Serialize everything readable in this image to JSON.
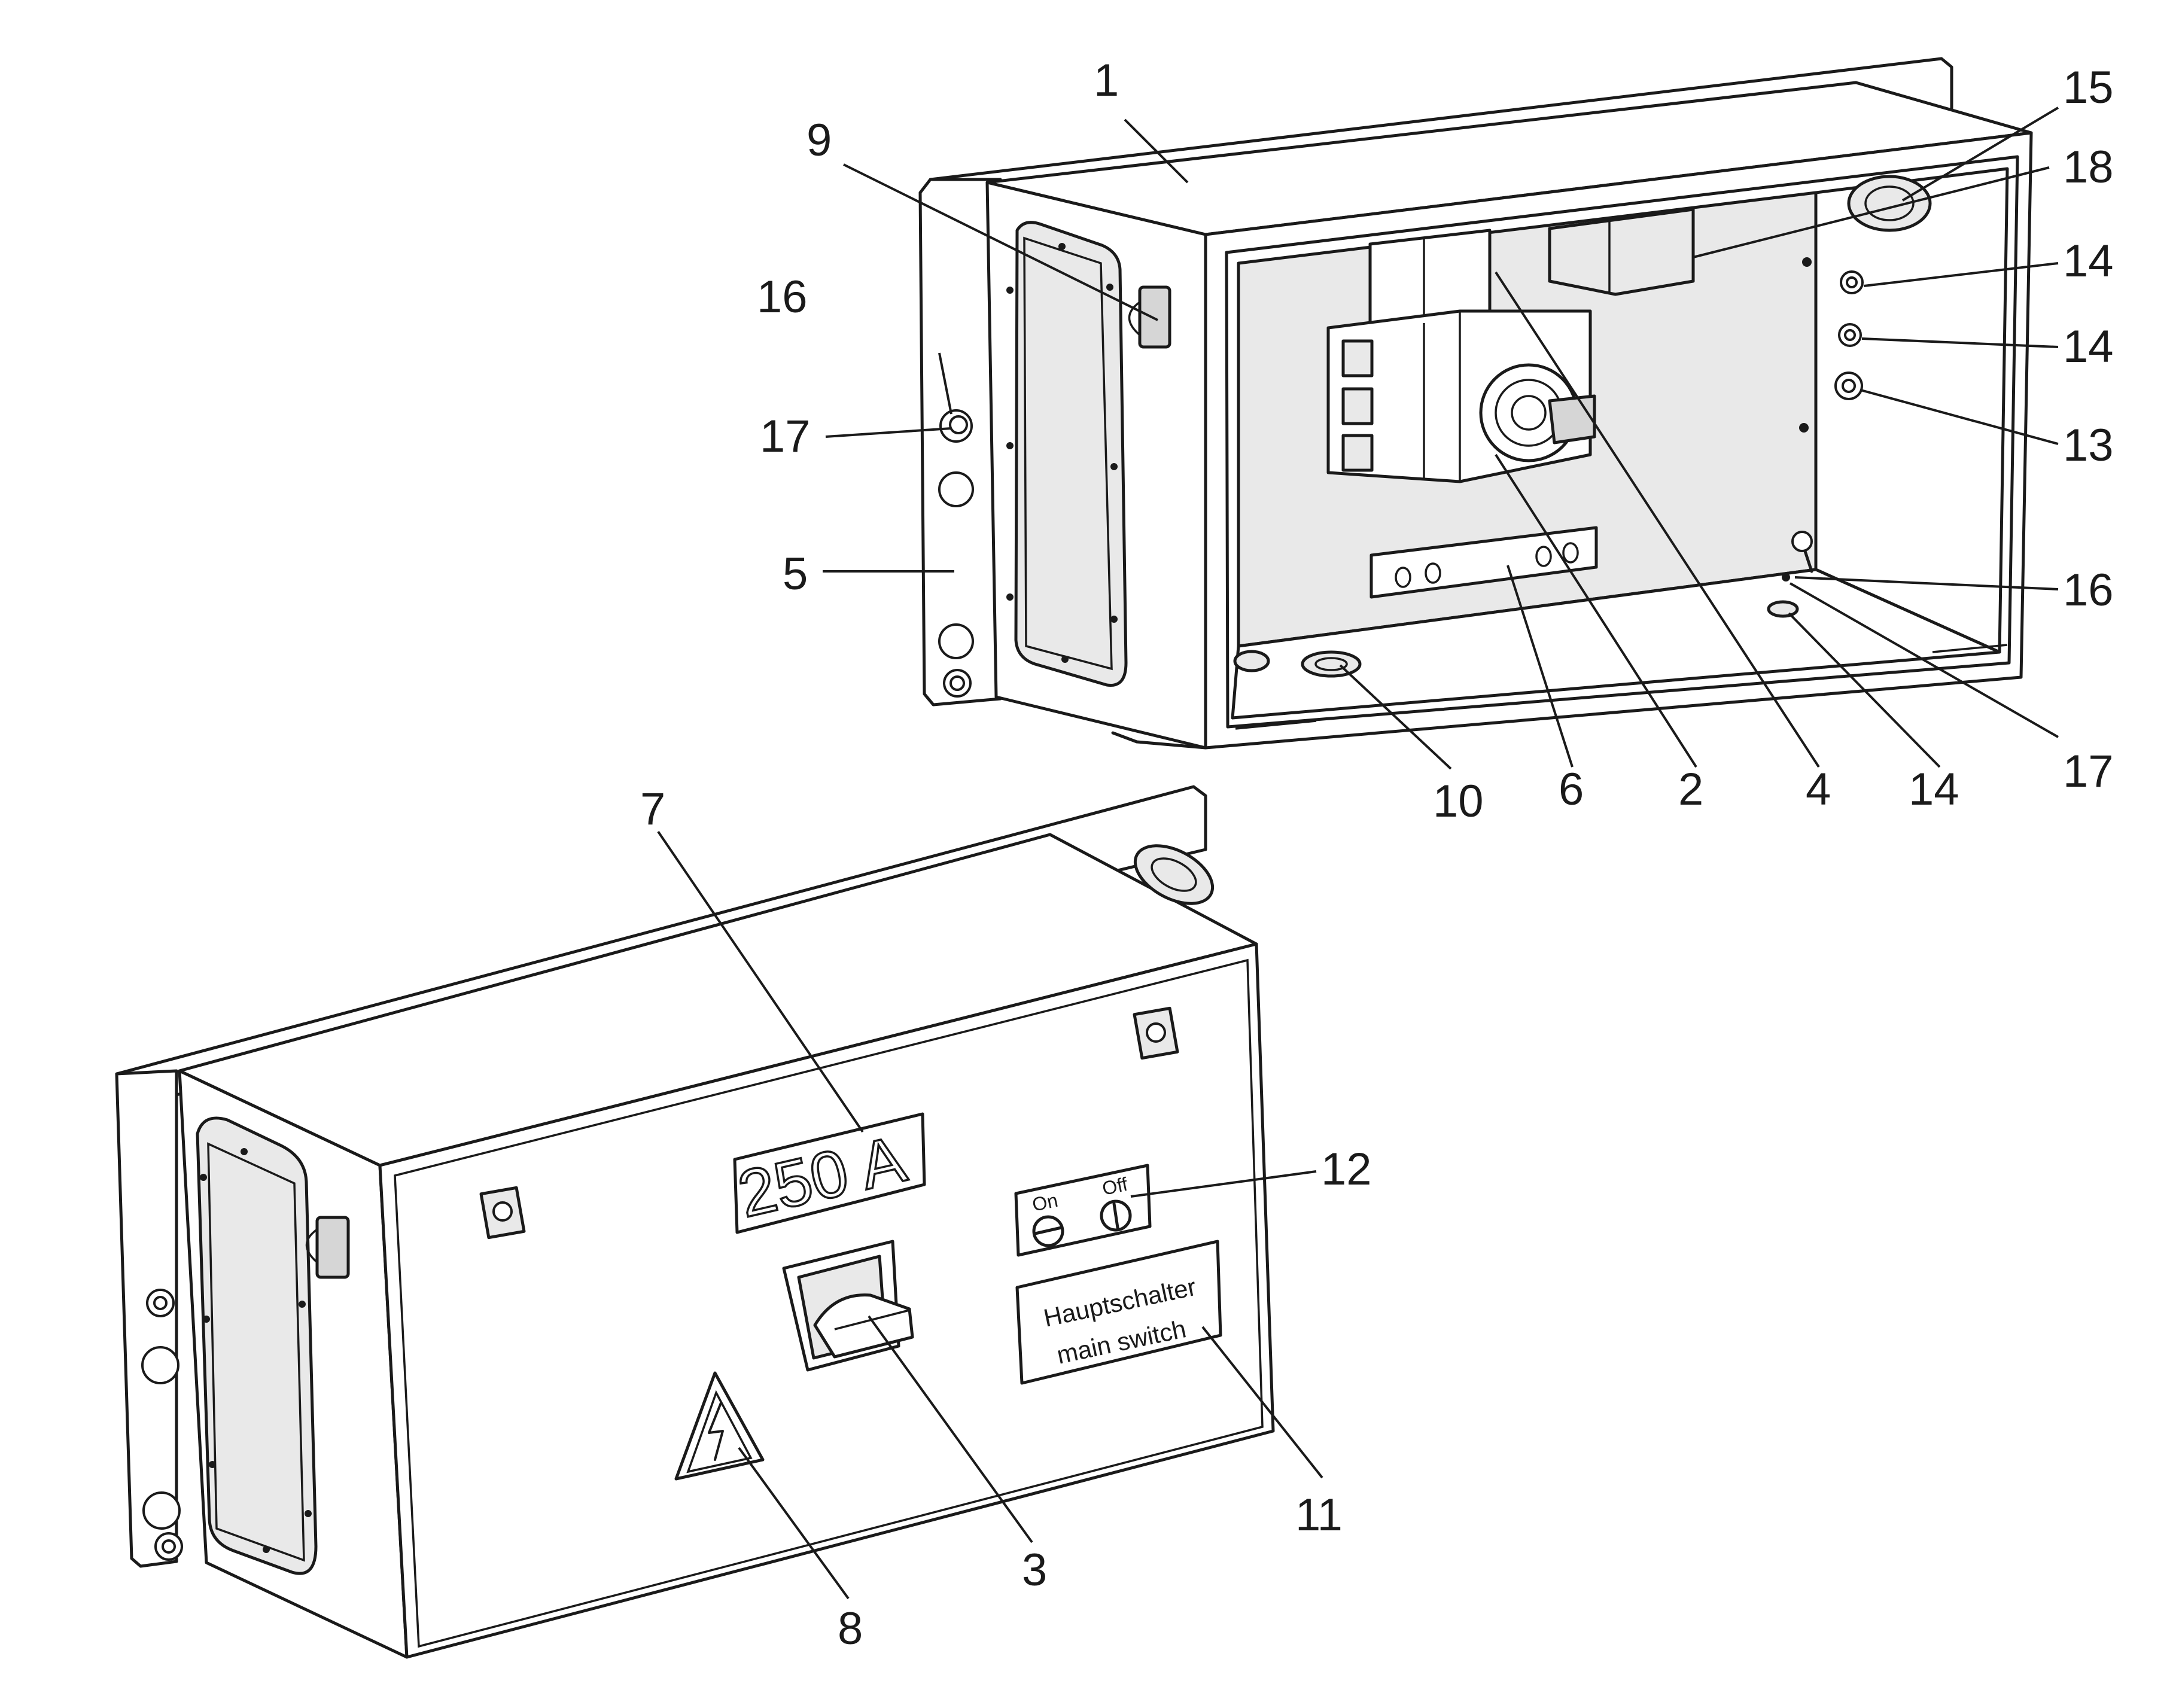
{
  "callouts": [
    {
      "id": "c1",
      "label": "1"
    },
    {
      "id": "c2",
      "label": "2"
    },
    {
      "id": "c3",
      "label": "3"
    },
    {
      "id": "c4",
      "label": "4"
    },
    {
      "id": "c5",
      "label": "5"
    },
    {
      "id": "c6",
      "label": "6"
    },
    {
      "id": "c7",
      "label": "7"
    },
    {
      "id": "c8",
      "label": "8"
    },
    {
      "id": "c9",
      "label": "9"
    },
    {
      "id": "c10",
      "label": "10"
    },
    {
      "id": "c11",
      "label": "11"
    },
    {
      "id": "c12",
      "label": "12"
    },
    {
      "id": "c13",
      "label": "13"
    },
    {
      "id": "c14a",
      "label": "14"
    },
    {
      "id": "c14b",
      "label": "14"
    },
    {
      "id": "c14c",
      "label": "14"
    },
    {
      "id": "c15",
      "label": "15"
    },
    {
      "id": "c16a",
      "label": "16"
    },
    {
      "id": "c16b",
      "label": "16"
    },
    {
      "id": "c17a",
      "label": "17"
    },
    {
      "id": "c17b",
      "label": "17"
    },
    {
      "id": "c18",
      "label": "18"
    }
  ],
  "plates": {
    "rating": "250 A",
    "on_label": "On",
    "off_label": "Off",
    "main_switch_line1": "Hauptschalter",
    "main_switch_line2": "main switch"
  }
}
